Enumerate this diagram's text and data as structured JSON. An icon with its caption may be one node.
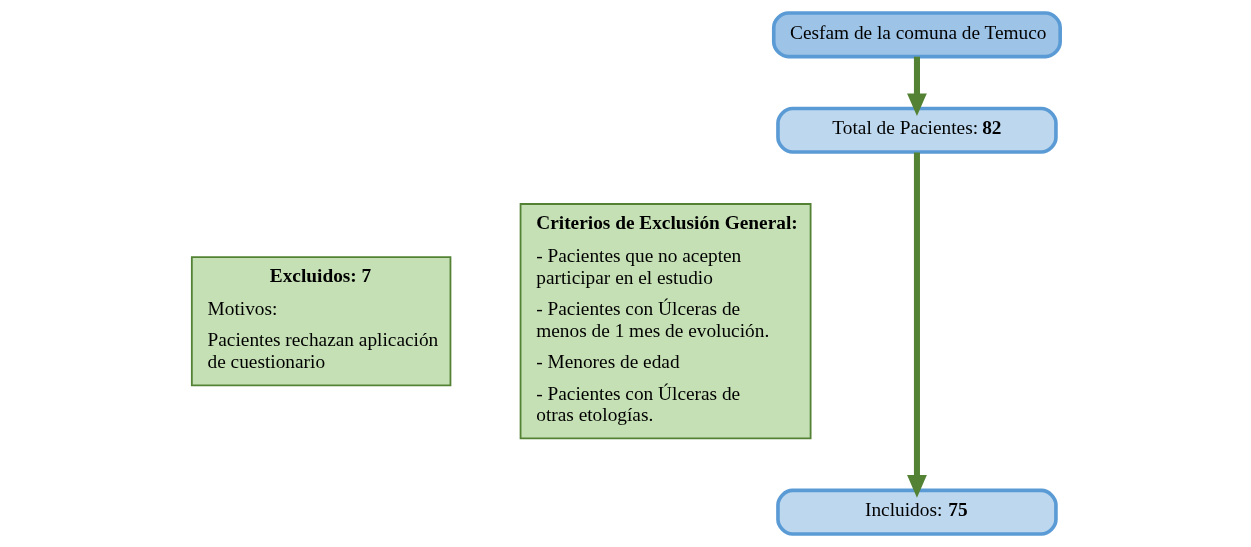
{
  "diagram": {
    "nodes": [
      {
        "text": [
          "Cesfam de la comuna de Temuco"
        ]
      },
      {
        "text": [
          "Total de Pacientes: **82**"
        ]
      },
      {
        "text": [
          "Excluidos: 7",
          "Motivos:",
          "Pacientes rechazan aplicación de cuestionario"
        ]
      },
      {
        "text": [
          "Criterios de Exclusión General:",
          "- Pacientes que no acepten participar en el estudio",
          "- Pacientes con Úlceras de menos de 1 mes de evolución.",
          "- Menores de edad",
          "- Pacientes con Úlceras de otras etologías."
        ]
      },
      {
        "text": [
          "Incluidos: **75**"
        ]
      }
    ],
    "edges": [
      {
        "from": 0,
        "to": 1,
        "arrow": "to"
      },
      {
        "from": 1,
        "to": 4,
        "arrow": "to"
      }
    ]
  }
}
